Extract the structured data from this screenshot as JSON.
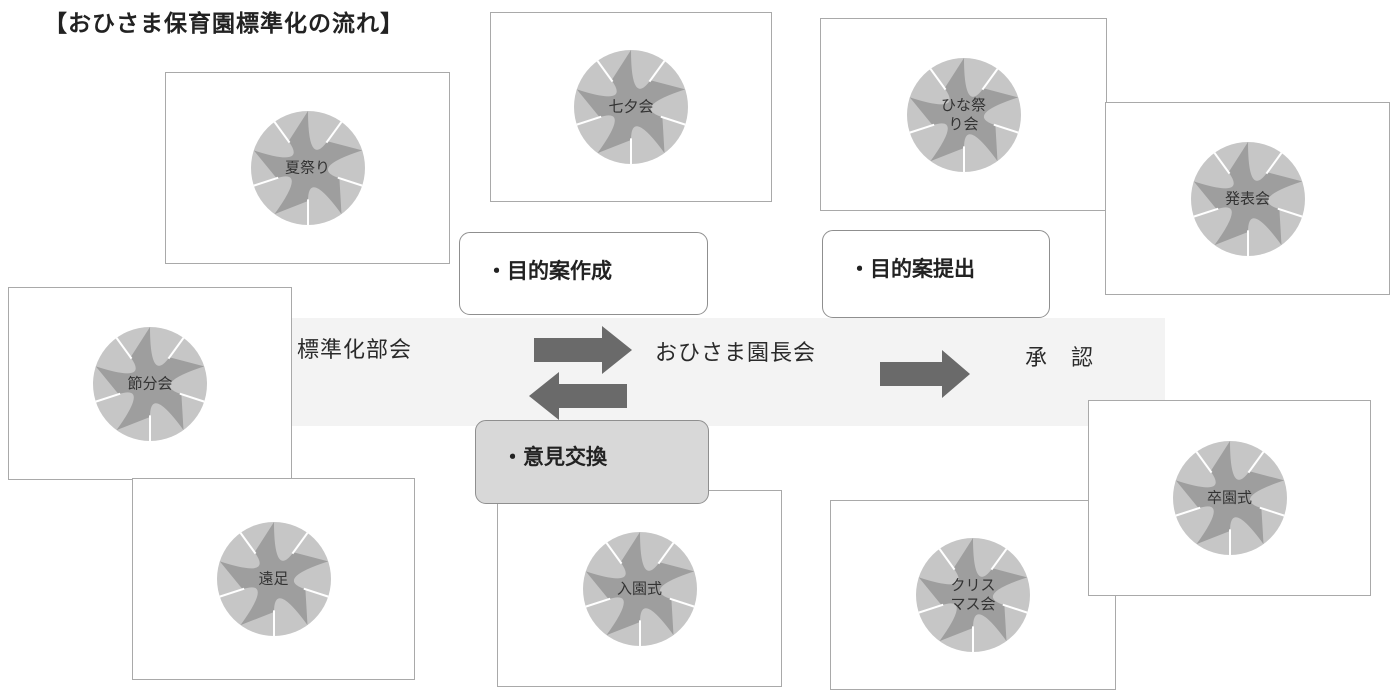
{
  "title": "【おひさま保育園標準化の流れ】",
  "events": [
    {
      "id": "natsumatsuri",
      "label": "夏祭り"
    },
    {
      "id": "tanabata",
      "label": "七夕会"
    },
    {
      "id": "hinamatsuri",
      "label": "ひな祭り会"
    },
    {
      "id": "happyoukai",
      "label": "発表会"
    },
    {
      "id": "setsubun",
      "label": "節分会"
    },
    {
      "id": "ensoku",
      "label": "遠足"
    },
    {
      "id": "nyuenshiki",
      "label": "入園式"
    },
    {
      "id": "christmas",
      "label": "クリスマス会"
    },
    {
      "id": "sotsuenshiki",
      "label": "卒園式"
    }
  ],
  "flow": {
    "steps": [
      "標準化部会",
      "おひさま園長会",
      "承　認"
    ],
    "notes": [
      "・目的案作成",
      "・目的案提出",
      "・意見交換"
    ]
  },
  "colors": {
    "badge_outer": "#c6c6c6",
    "badge_star": "#9e9e9e",
    "arrow": "#6a6a6a",
    "band": "#f3f3f3"
  }
}
